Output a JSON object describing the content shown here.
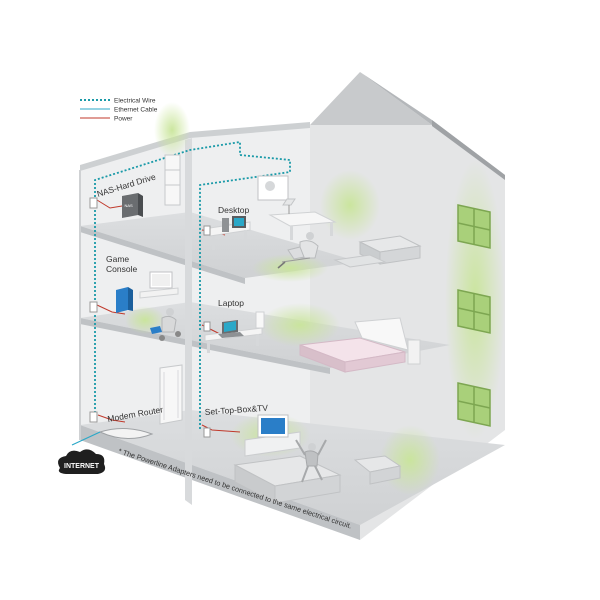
{
  "legend": {
    "items": [
      {
        "label": "Electrical Wire",
        "color": "#1a9aa8",
        "style": "dotted"
      },
      {
        "label": "Ethernet Cable",
        "color": "#2aa8c8",
        "style": "solid"
      },
      {
        "label": "Power",
        "color": "#c0392b",
        "style": "solid"
      }
    ]
  },
  "devices": {
    "nas": "NAS-Hard Drive",
    "desktop": "Desktop",
    "game_console": [
      "Game",
      "Console"
    ],
    "laptop": "Laptop",
    "modem_router": "Modem Router",
    "set_top_box": "Set-Top-Box&TV",
    "nas_box_text": "NAS"
  },
  "internet_label": "INTERNET",
  "footnote": "* The Powerline Adapters need to be connected to the same electrical circuit.",
  "colors": {
    "wall": "#e9eaeb",
    "wall_dark": "#d4d6d8",
    "roof": "#b9bcbf",
    "glow": "#cfe8a6",
    "window": "#a9d07a",
    "wire_dotted": "#1a9aa8",
    "power": "#c0392b"
  }
}
